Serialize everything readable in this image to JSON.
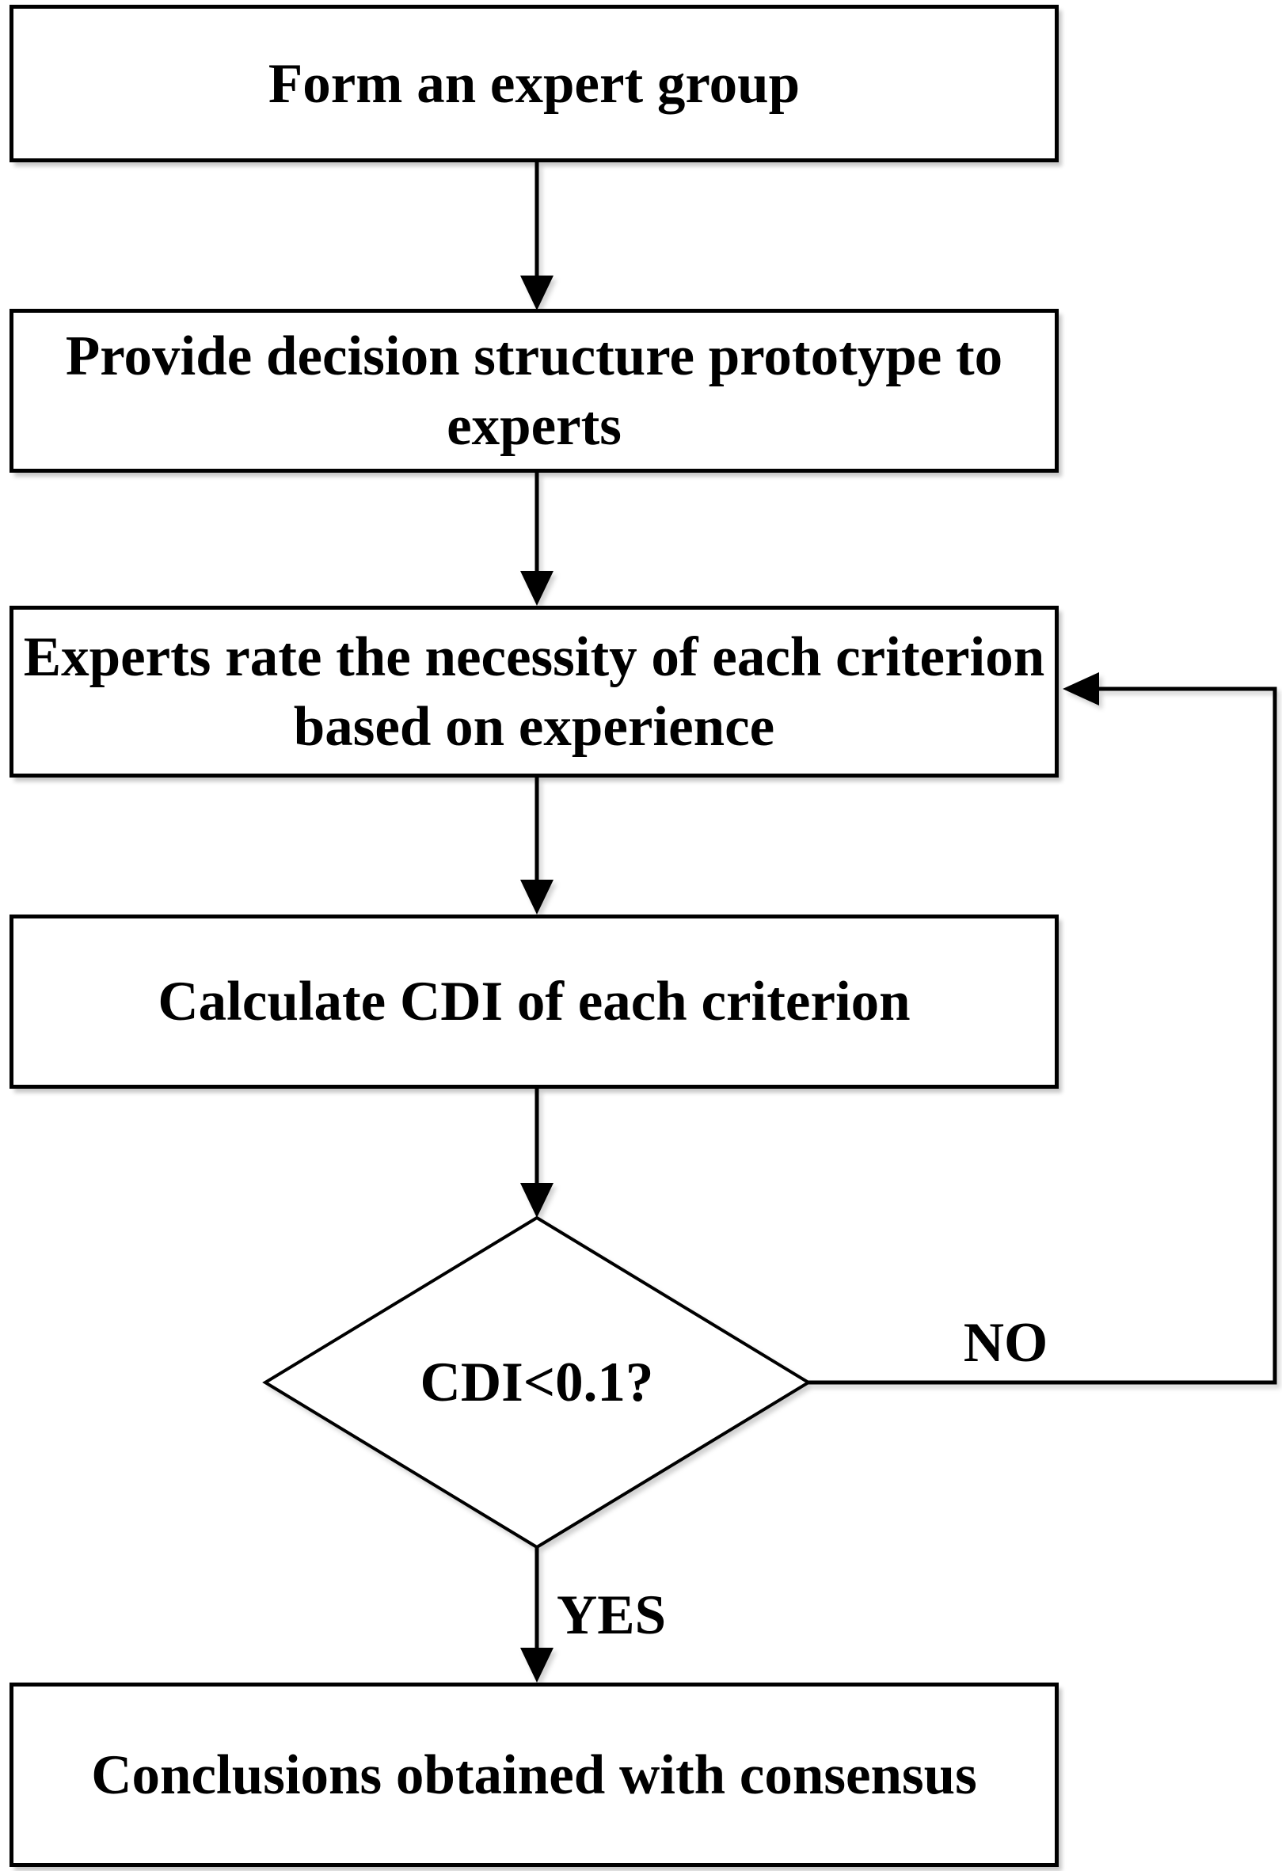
{
  "page": {
    "background_color": "#ffffff",
    "ink_color": "#000000"
  },
  "flowchart": {
    "steps": [
      {
        "id": "step-1",
        "lines": [
          "Form an expert group"
        ]
      },
      {
        "id": "step-2",
        "lines": [
          "Provide decision structure prototype to",
          "experts"
        ]
      },
      {
        "id": "step-3",
        "lines": [
          "Experts rate the necessity of each criterion",
          "based on experience"
        ]
      },
      {
        "id": "step-4",
        "lines": [
          "Calculate CDI of each criterion"
        ]
      }
    ],
    "decision": {
      "label": "CDI<0.1?"
    },
    "terminal": {
      "lines": [
        "Conclusions obtained with consensus"
      ]
    },
    "branch_labels": {
      "no": "NO",
      "yes": "YES"
    }
  }
}
